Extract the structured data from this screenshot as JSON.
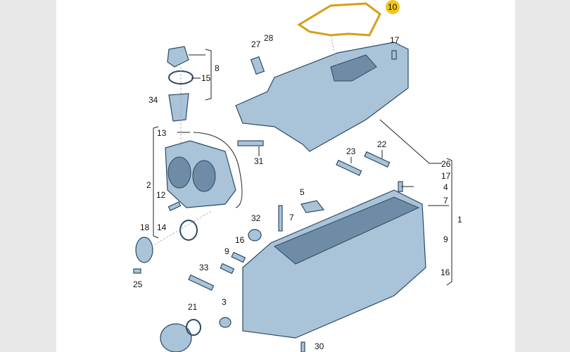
{
  "diagram": {
    "highlight_color": "#f5c518",
    "callouts": [
      "10",
      "28",
      "27",
      "17",
      "8",
      "15",
      "34",
      "13",
      "31",
      "23",
      "22",
      "26",
      "17",
      "4",
      "7",
      "1",
      "2",
      "12",
      "5",
      "7",
      "32",
      "18",
      "14",
      "16",
      "9",
      "9",
      "16",
      "33",
      "25",
      "21",
      "3",
      "30"
    ]
  }
}
